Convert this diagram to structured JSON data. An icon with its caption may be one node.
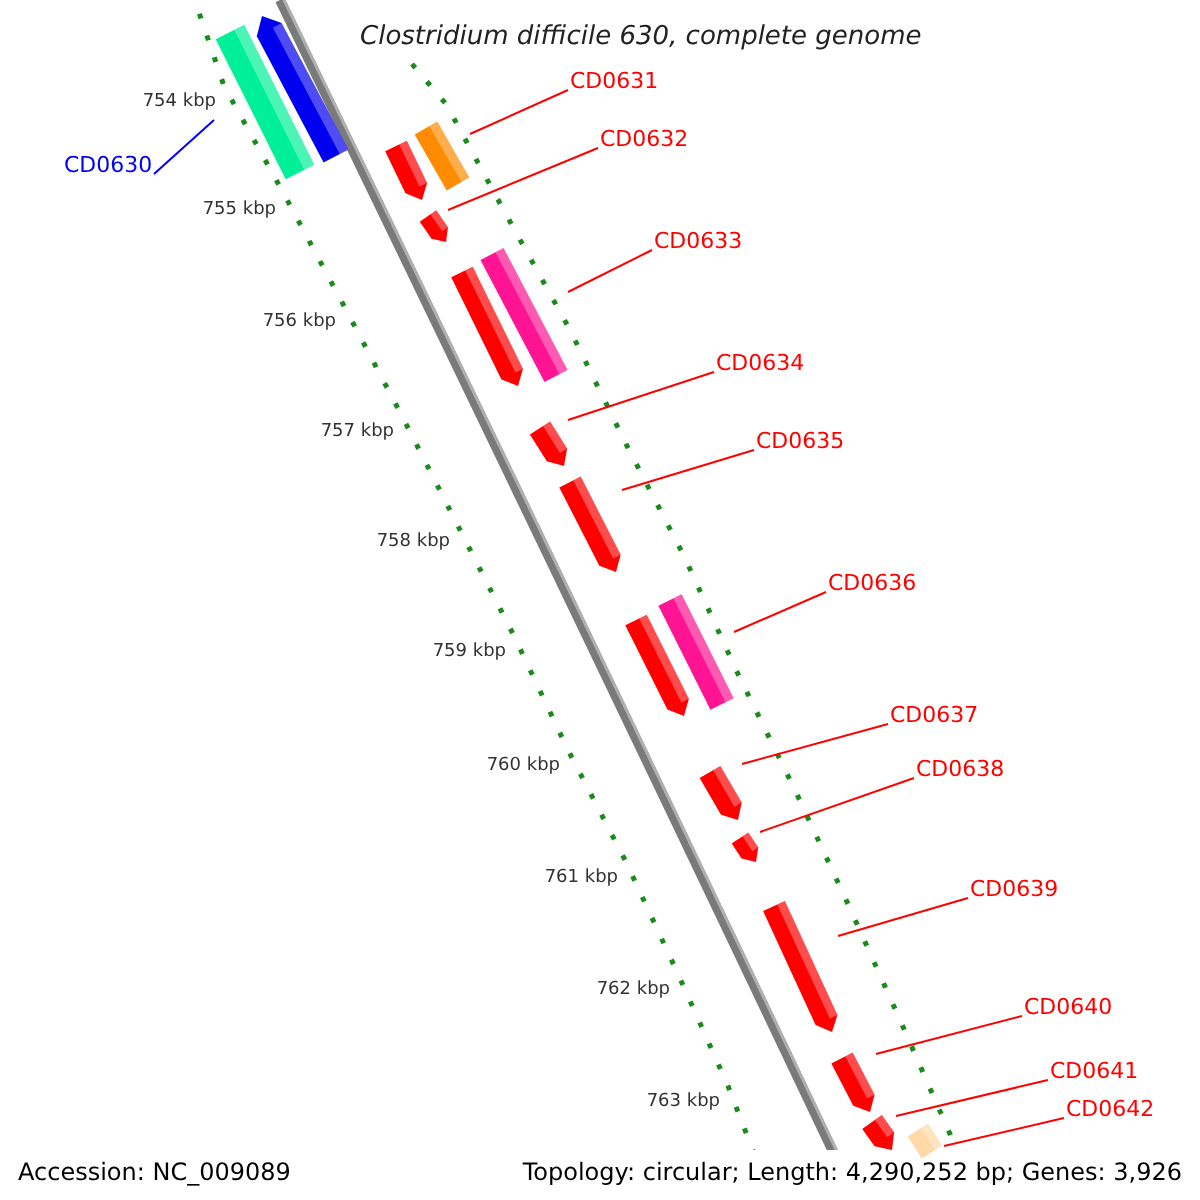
{
  "diagram": {
    "title": "Clostridium difficile 630, complete genome",
    "nodes": [
      {
        "text": [
          "CD0630"
        ]
      },
      {
        "text": [
          "CD0631"
        ]
      },
      {
        "text": [
          "CD0632"
        ]
      },
      {
        "text": [
          "CD0633"
        ]
      },
      {
        "text": [
          "CD0634"
        ]
      },
      {
        "text": [
          "CD0635"
        ]
      },
      {
        "text": [
          "CD0636"
        ]
      },
      {
        "text": [
          "CD0637"
        ]
      },
      {
        "text": [
          "CD0638"
        ]
      },
      {
        "text": [
          "CD0639"
        ]
      },
      {
        "text": [
          "CD0640"
        ]
      },
      {
        "text": [
          "CD0641"
        ]
      },
      {
        "text": [
          "CD0642"
        ]
      },
      {
        "text": [],
        "shape": "pentagon"
      },
      {
        "text": [],
        "shape": "bar"
      },
      {
        "text": [],
        "shape": "bar"
      },
      {
        "text": [],
        "shape": "pentagon"
      },
      {
        "text": [],
        "shape": "pentagon"
      },
      {
        "text": [],
        "shape": "bar"
      },
      {
        "text": [],
        "shape": "pentagon"
      },
      {
        "text": [],
        "shape": "pentagon"
      },
      {
        "text": [],
        "shape": "pentagon"
      },
      {
        "text": [],
        "shape": "bar"
      },
      {
        "text": [],
        "shape": "pentagon"
      },
      {
        "text": [],
        "shape": "pentagon"
      },
      {
        "text": [],
        "shape": "pentagon"
      },
      {
        "text": [],
        "shape": "pentagon"
      },
      {
        "text": [],
        "shape": "pentagon"
      },
      {
        "text": [],
        "shape": "pentagon"
      },
      {
        "text": [],
        "shape": "bar"
      }
    ],
    "edges": [
      {
        "from": 0,
        "to": 14,
        "arrow": "none",
        "color": "#0000ff"
      },
      {
        "from": 1,
        "to": 15,
        "arrow": "none"
      },
      {
        "from": 2,
        "to": 17,
        "arrow": "none"
      },
      {
        "from": 3,
        "to": 18,
        "arrow": "none"
      },
      {
        "from": 4,
        "to": 20,
        "arrow": "none"
      },
      {
        "from": 5,
        "to": 21,
        "arrow": "none"
      },
      {
        "from": 6,
        "to": 22,
        "arrow": "none"
      },
      {
        "from": 7,
        "to": 24,
        "arrow": "none"
      },
      {
        "from": 8,
        "to": 25,
        "arrow": "none"
      },
      {
        "from": 9,
        "to": 26,
        "arrow": "none"
      },
      {
        "from": 10,
        "to": 27,
        "arrow": "none"
      },
      {
        "from": 11,
        "to": 28,
        "arrow": "none"
      },
      {
        "from": 12,
        "to": 29,
        "arrow": "none"
      }
    ],
    "labels": [
      "754 kbp",
      "755 kbp",
      "756 kbp",
      "757 kbp",
      "758 kbp",
      "759 kbp",
      "760 kbp",
      "761 kbp",
      "762 kbp",
      "763 kbp",
      "Accession: NC_009089",
      "Topology: circular; Length: 4,290,252 bp; Genes: 3,926"
    ]
  }
}
